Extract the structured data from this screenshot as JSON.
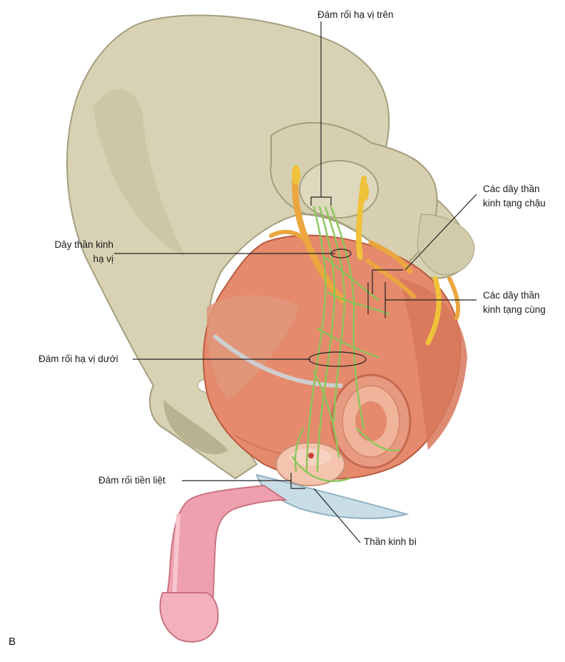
{
  "figure": {
    "panel_letter": "B",
    "labels": {
      "superior_hypogastric_plexus": "Đám rối hạ vị trên",
      "hypogastric_nerve_line1": "Dây thần kinh",
      "hypogastric_nerve_line2": "hạ vị",
      "pelvic_splanchnic_line1": "Các dây thần",
      "pelvic_splanchnic_line2": "kinh tạng chậu",
      "sacral_splanchnic_line1": "Các dây thần",
      "sacral_splanchnic_line2": "kinh tạng cùng",
      "inferior_hypogastric_plexus": "Đám rối hạ vị dưới",
      "prostatic_plexus": "Đám rối tiền liệt",
      "cavernous_nerve": "Thần kinh bì"
    },
    "colors": {
      "bone": "#d8d2b4",
      "bone_shadow": "#b9b291",
      "muscle": "#e58a6c",
      "muscle_dark": "#cf6a4d",
      "nerve_yellow": "#f0c23a",
      "nerve_orange": "#eba640",
      "nerve_green": "#8cc65a",
      "penis_pink": "#eea0b0",
      "fascia_blue": "#c9dde6",
      "leader": "#222222"
    }
  }
}
